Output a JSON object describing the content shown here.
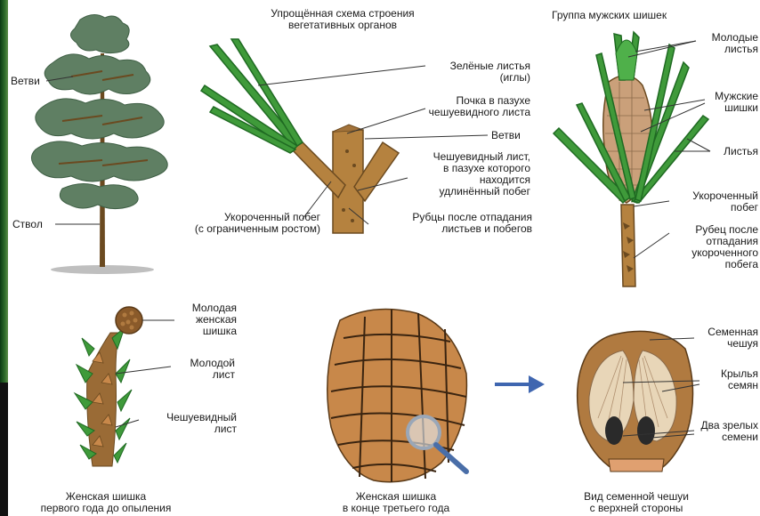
{
  "labels": {
    "scheme_title": [
      "Упрощённая схема строения",
      "вегетативных органов"
    ],
    "male_title": "Группа мужских шишек",
    "branches_tree": "Ветви",
    "trunk": "Ствол",
    "green_leaves": [
      "Зелёные листья",
      "(иглы)"
    ],
    "bud": [
      "Почка в пазухе",
      "чешуевидного листа"
    ],
    "branches_scheme": "Ветви",
    "scale_leaf": [
      "Чешуевидный лист,",
      "в пазухе которого",
      "находится",
      "удлинённый побег"
    ],
    "short_shoot": [
      "Укороченный побег",
      "(с ограниченным ростом)"
    ],
    "scars": [
      "Рубцы после отпадания",
      "листьев и побегов"
    ],
    "young_leaves": [
      "Молодые",
      "листья"
    ],
    "male_cones": [
      "Мужские",
      "шишки"
    ],
    "leaves": "Листья",
    "short_shoot_male": [
      "Укороченный",
      "побег"
    ],
    "scar_male": [
      "Рубец после",
      "отпадания",
      "укороченного",
      "побега"
    ],
    "young_female_cone": [
      "Молодая",
      "женская",
      "шишка"
    ],
    "young_leaf": [
      "Молодой",
      "лист"
    ],
    "scale_leaf_small": [
      "Чешуевидный",
      "лист"
    ],
    "seed_scale": [
      "Семенная",
      "чешуя"
    ],
    "seed_wings": [
      "Крылья",
      "семян"
    ],
    "two_seeds": [
      "Два зрелых",
      "семени"
    ],
    "caption_female_first": [
      "Женская шишка",
      "первого года до опыления"
    ],
    "caption_female_third": [
      "Женская шишка",
      "в конце третьего года"
    ],
    "caption_scale_view": [
      "Вид семенной чешуи",
      "с верхней стороны"
    ]
  },
  "colors": {
    "needle_green": "#3f9a3a",
    "needle_dark": "#1f6a22",
    "bark_brown": "#b5823f",
    "bark_dark": "#6b4a20",
    "cone_brown": "#c8884a",
    "male_cone": "#caa07a",
    "female_young": "#8a5a2a",
    "scale_inner": "#e8d6b8",
    "seed_dark": "#2a2a2a",
    "arrow_blue": "#3f66b0",
    "leader_line": "#333333"
  },
  "icons": {
    "magnifier": "magnifier-icon",
    "arrow": "arrow-right-icon"
  }
}
